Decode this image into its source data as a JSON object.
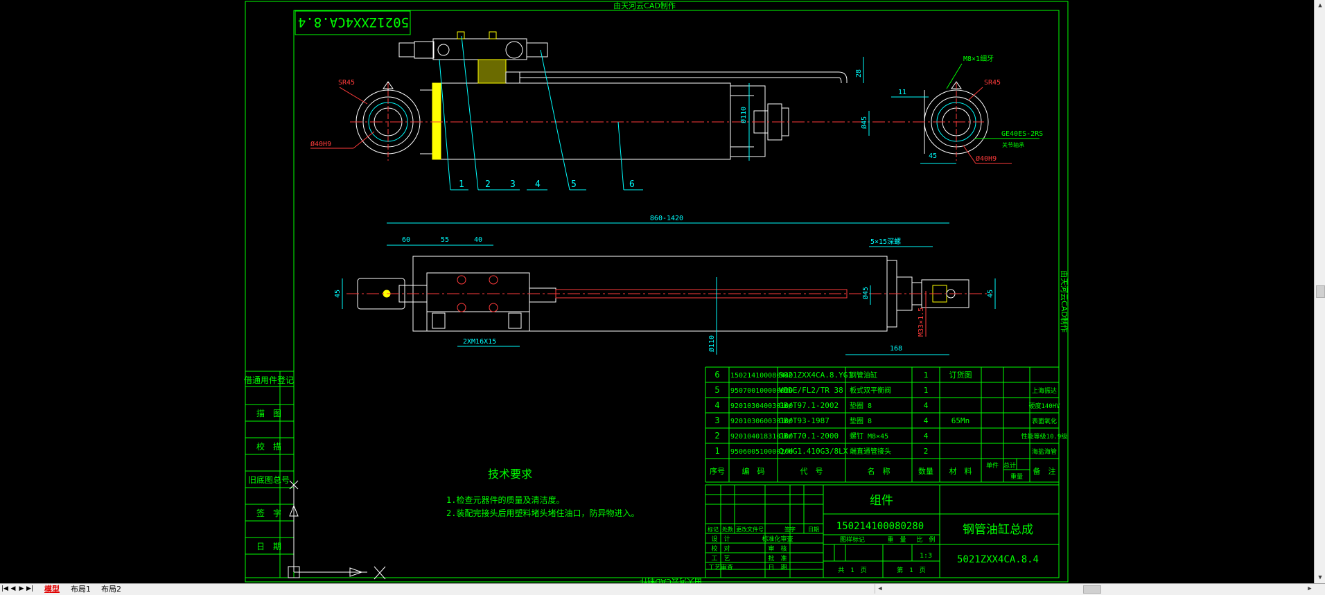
{
  "drawing": {
    "watermark_top": "由天河云CAD制作",
    "watermark_bottom": "由天河云CAD制作",
    "watermark_side": "由天河云CAD制作",
    "corner_tag": "5021ZXX4CA.8.4",
    "balloons": [
      "1",
      "2",
      "3",
      "4",
      "5",
      "6"
    ],
    "dims": {
      "sr45_left": "SR45",
      "sr45_right": "SR45",
      "bore_left": "Ø40H9",
      "bore_right": "Ø40H9",
      "m8": "M8×1细牙",
      "ge": "GE40ES-2RS",
      "ge_note": "关节轴承",
      "d_rod": "Ø45",
      "d_cyl": "Ø110",
      "d28": "28",
      "d11": "11",
      "d45": "45",
      "total": "860-1420",
      "d60": "60",
      "d55": "55",
      "d40": "40",
      "thread": "5×15深螺",
      "left_45": "45",
      "right_45": "45",
      "d_mid": "Ø110",
      "rod_dim": "Ø45",
      "m33": "M33×1.5",
      "d168": "168",
      "bolt": "2XM16X15"
    }
  },
  "bom": {
    "rows": [
      {
        "seq": "6",
        "code": "150214100080440",
        "drawing": "5021ZXX4CA.8.YG1",
        "name": "钢管油缸",
        "qty": "1",
        "material": "订货图",
        "note": ""
      },
      {
        "seq": "5",
        "code": "950700100000020",
        "drawing": "VBDE/FL2/TR 38",
        "name": "板式双平衡阀",
        "qty": "1",
        "material": "",
        "note": "上海振达"
      },
      {
        "seq": "4",
        "code": "920103040030100",
        "drawing": "GB/T97.1-2002",
        "name": "垫圈 8",
        "qty": "4",
        "material": "",
        "note": "硬度140HV"
      },
      {
        "seq": "3",
        "code": "920103060030100",
        "drawing": "GB/T93-1987",
        "name": "垫圈 8",
        "qty": "4",
        "material": "65Mn",
        "note": "表面氧化"
      },
      {
        "seq": "2",
        "code": "920104018310100",
        "drawing": "GB/T70.1-2000",
        "name": "螺钉 M8×45",
        "qty": "4",
        "material": "",
        "note": "性能等级10.9级"
      },
      {
        "seq": "1",
        "code": "950600510000200",
        "drawing": "Q/HG1.410G3/8LX",
        "name": "端直通管接头",
        "qty": "2",
        "material": "",
        "note": "海盐海管"
      }
    ],
    "headers": {
      "seq": "序号",
      "code": "编　码",
      "drawing": "代　号",
      "name": "名　称",
      "qty": "数量",
      "material": "材　料",
      "unit": "单件",
      "total": "总计",
      "weight": "重量",
      "note": "备　注"
    }
  },
  "sidebar_labels": [
    "借通用件登记",
    "描　图",
    "校　描",
    "旧底图总号",
    "签　字",
    "日　期"
  ],
  "tech": {
    "title": "技术要求",
    "lines": [
      "1.检查元器件的质量及清洁度。",
      "2.装配完接头后用塑料堵头堵住油口，防异物进入。"
    ]
  },
  "title_block": {
    "group": "组件",
    "number": "150214100080280",
    "name": "钢管油缸总成",
    "drawing_no": "5021ZXX4CA.8.4",
    "scale": "1:3",
    "labels": {
      "mark": "标记",
      "count": "处数",
      "file": "更改文件号",
      "sign": "签字",
      "date": "日期",
      "design": "设　计",
      "std": "标准化审查",
      "audit": "审　核",
      "check": "校　对",
      "craft": "工　艺",
      "approve": "批　准",
      "tech_review": "工艺审查",
      "date2": "日　期",
      "stage": "图样标记",
      "weight": "重　量",
      "ratio": "比　例",
      "sheets": "共　1　页",
      "page": "第　1　页"
    }
  },
  "tabs": {
    "model": "模型",
    "layout1": "布局1",
    "layout2": "布局2"
  },
  "colors": {
    "green": "#00ff00",
    "cyan": "#00ffff",
    "red": "#ff3b3b",
    "white": "#ffffff",
    "yellow": "#ffff00"
  }
}
